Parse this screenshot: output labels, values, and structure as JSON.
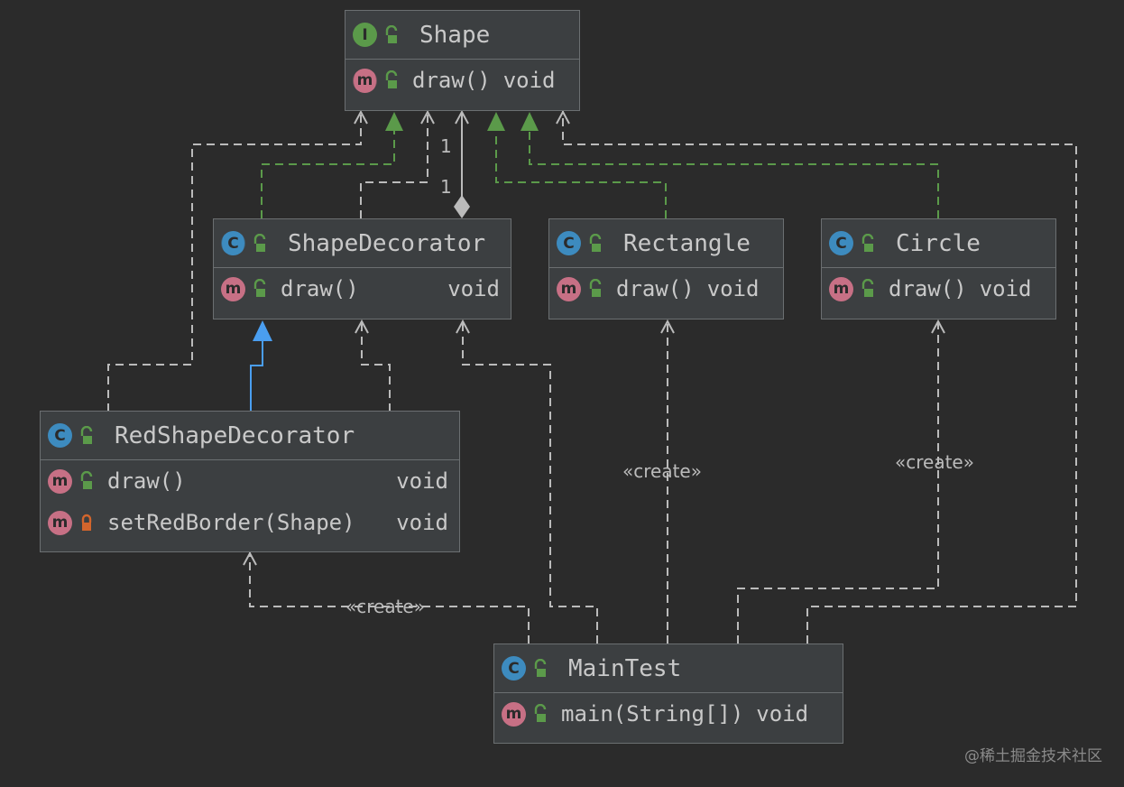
{
  "classes": {
    "shape": {
      "name": "Shape",
      "badge": "I",
      "members": [
        {
          "badge": "m",
          "sig": "draw()",
          "ret": "void"
        }
      ]
    },
    "shape_decorator": {
      "name": "ShapeDecorator",
      "badge": "C",
      "members": [
        {
          "badge": "m",
          "sig": "draw()",
          "ret": "void"
        }
      ]
    },
    "rectangle": {
      "name": "Rectangle",
      "badge": "C",
      "members": [
        {
          "badge": "m",
          "sig": "draw()",
          "ret": "void"
        }
      ]
    },
    "circle": {
      "name": "Circle",
      "badge": "C",
      "members": [
        {
          "badge": "m",
          "sig": "draw()",
          "ret": "void"
        }
      ]
    },
    "red_shape_decorator": {
      "name": "RedShapeDecorator",
      "badge": "C",
      "members": [
        {
          "badge": "m",
          "sig": "draw()",
          "ret": "void"
        },
        {
          "badge": "m",
          "sig": "setRedBorder(Shape)",
          "ret": "void"
        }
      ]
    },
    "main_test": {
      "name": "MainTest",
      "badge": "C",
      "members": [
        {
          "badge": "m",
          "sig": "main(String[])",
          "ret": "void"
        }
      ]
    }
  },
  "labels": {
    "create_rectangle": "«create»",
    "create_circle": "«create»",
    "create_red": "«create»",
    "mult_top": "1",
    "mult_bottom": "1"
  },
  "watermark": "@稀土掘金技术社区",
  "colors": {
    "background": "#2b2b2b",
    "box_fill": "#3c3f41",
    "box_border": "#6b6f71",
    "dependency_line": "#bbbbbb",
    "realization_line": "#5b9a4a",
    "generalization_line": "#4a9ef0",
    "public_lock": "#5b9a4a",
    "private_lock": "#d3652c"
  }
}
